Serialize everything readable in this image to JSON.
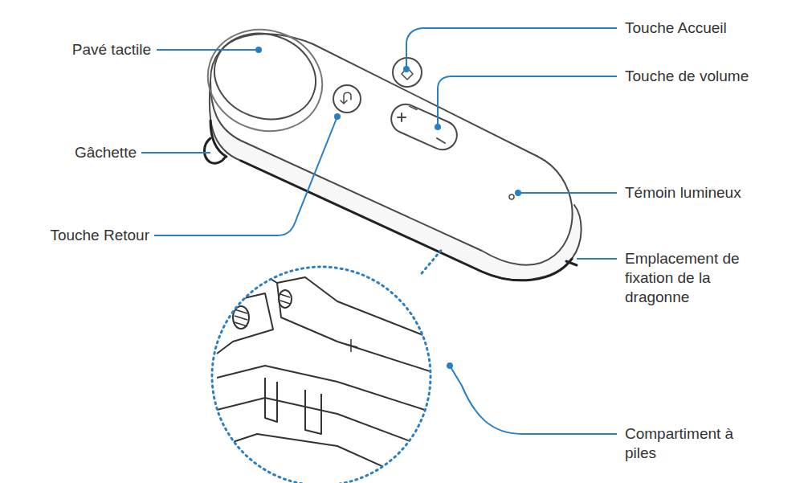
{
  "diagram": {
    "labels": [
      "Pavé tactile",
      "Gâchette",
      "Touche Retour",
      "Touche Accueil",
      "Touche de volume",
      "Témoin lumineux",
      "Emplacement de fixation de la dragonne",
      "Compartiment à piles"
    ]
  }
}
